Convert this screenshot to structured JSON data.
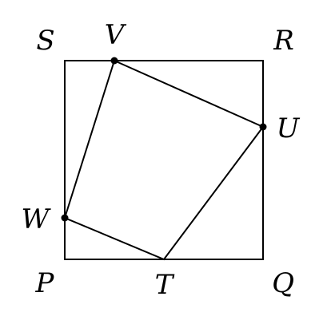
{
  "diagram": {
    "square_vertices": [
      "P",
      "Q",
      "R",
      "S"
    ],
    "quadrilateral_vertices": [
      "T",
      "U",
      "V",
      "W"
    ],
    "labels": {
      "S": "S",
      "V": "V",
      "R": "R",
      "U": "U",
      "W": "W",
      "P": "P",
      "T": "T",
      "Q": "Q"
    },
    "ink_color": "#000000"
  }
}
